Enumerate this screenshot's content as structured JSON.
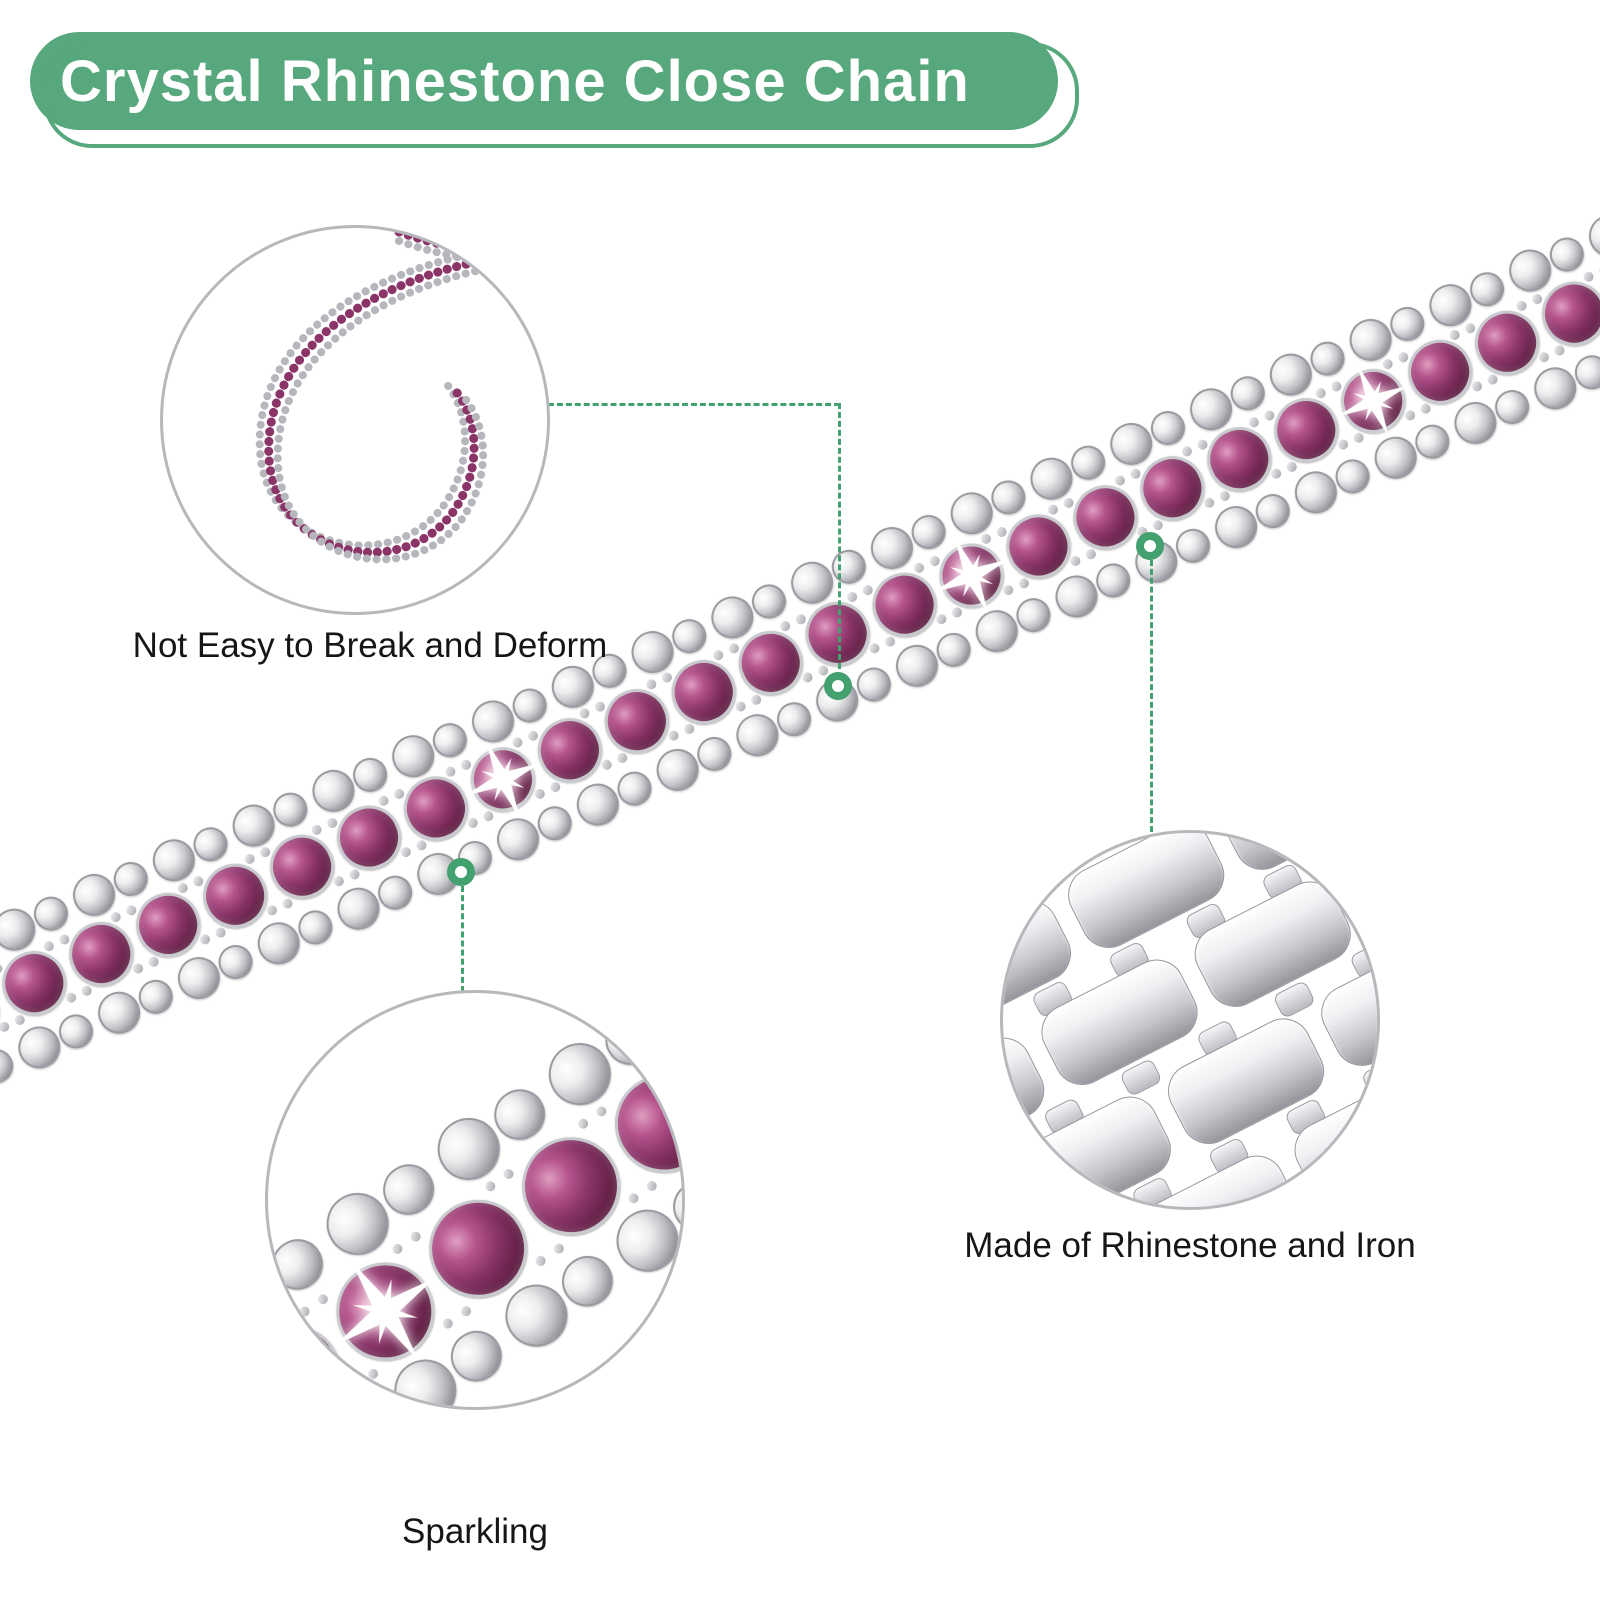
{
  "title": {
    "text": "Crystal Rhinestone Close Chain"
  },
  "callouts": [
    {
      "id": "durability",
      "label": "Not Easy to Break and Deform"
    },
    {
      "id": "sparkling",
      "label": "Sparkling"
    },
    {
      "id": "material",
      "label": "Made of Rhinestone and Iron"
    }
  ],
  "colors": {
    "banner_green": "#57A87D",
    "accent_green": "#43A06F",
    "stone_purple": "#8A3468",
    "stone_clear": "#D9DADE",
    "metal_silver": "#C6C7CB",
    "title_text": "#FFFFFF",
    "caption_text": "#161616"
  }
}
